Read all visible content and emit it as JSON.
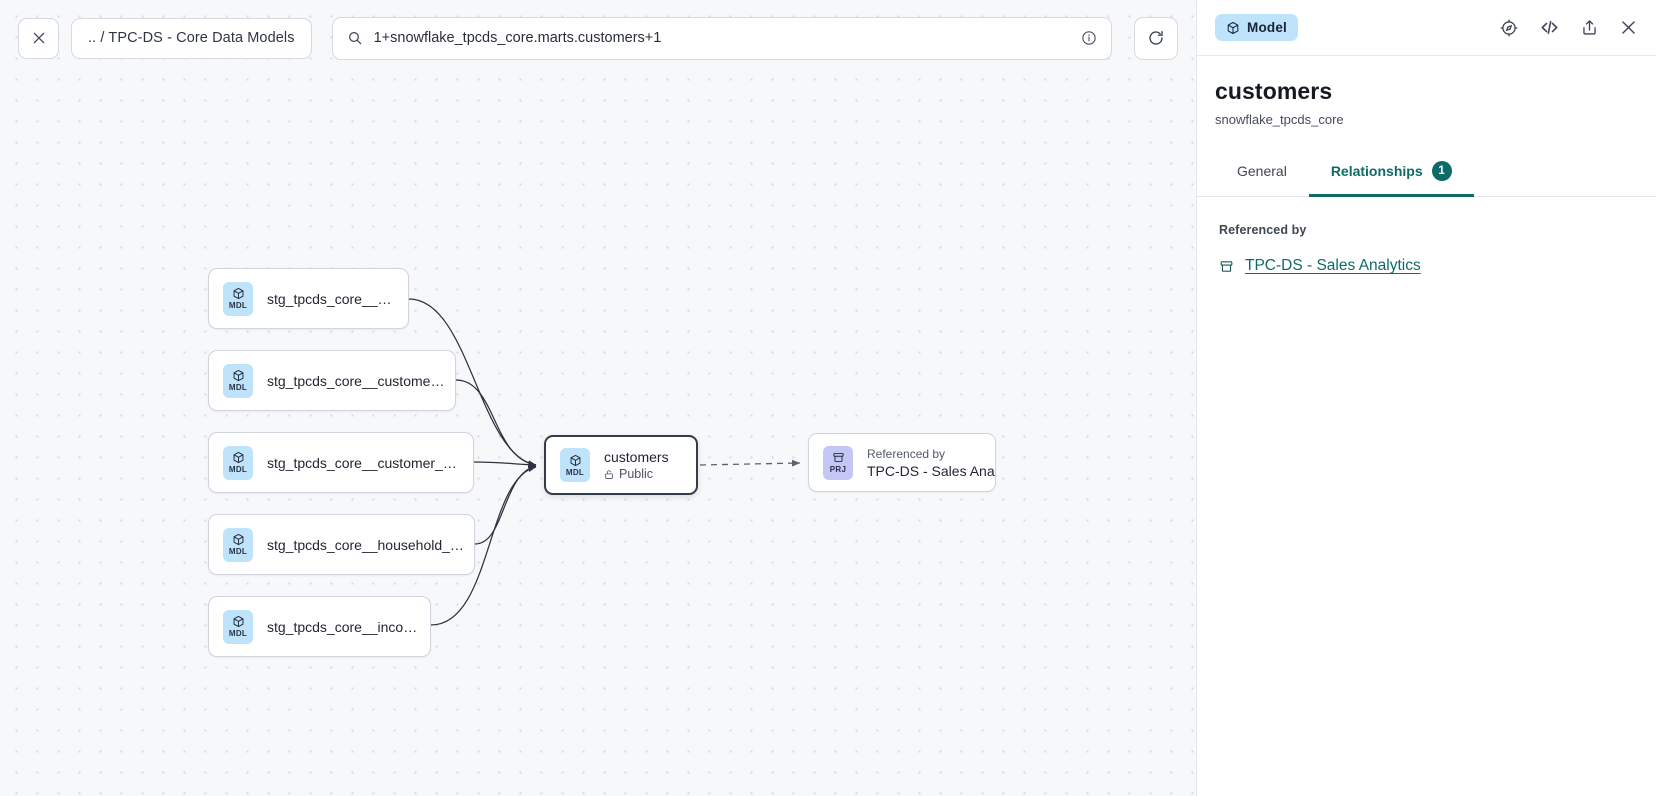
{
  "toolbar": {
    "close_label": "close-icon",
    "breadcrumb": ".. / TPC-DS - Core Data Models",
    "search_value": "1+snowflake_tpcds_core.marts.customers+1",
    "search_icon": "search-icon",
    "info_icon": "info-icon",
    "refresh_icon": "refresh-icon"
  },
  "graph": {
    "nodes": [
      {
        "id": "n1",
        "badge": "MDL",
        "label": "stg_tpcds_core__customer"
      },
      {
        "id": "n2",
        "badge": "MDL",
        "label": "stg_tpcds_core__customer_address"
      },
      {
        "id": "n3",
        "badge": "MDL",
        "label": "stg_tpcds_core__customer_demogra…"
      },
      {
        "id": "n4",
        "badge": "MDL",
        "label": "stg_tpcds_core__household_demogr…"
      },
      {
        "id": "n5",
        "badge": "MDL",
        "label": "stg_tpcds_core__income_band"
      }
    ],
    "center": {
      "badge": "MDL",
      "title": "customers",
      "visibility": "Public",
      "lock_icon": "lock-icon"
    },
    "downstream": {
      "badge": "PRJ",
      "caption": "Referenced by",
      "title": "TPC-DS - Sales Analytics"
    }
  },
  "panel": {
    "type_chip": "Model",
    "type_chip_icon": "cube-icon",
    "actions": [
      "compass-icon",
      "code-icon",
      "share-icon",
      "close-icon"
    ],
    "title": "customers",
    "subtitle": "snowflake_tpcds_core",
    "tabs": [
      {
        "label": "General",
        "active": false,
        "count": null
      },
      {
        "label": "Relationships",
        "active": true,
        "count": "1"
      }
    ],
    "section_label": "Referenced by",
    "referenced_by": [
      {
        "label": "TPC-DS - Sales Analytics",
        "icon": "project-icon"
      }
    ]
  },
  "colors": {
    "accent_teal": "#0f6b68",
    "badge_model": "#bfe3fb",
    "badge_project": "#c4c6f6",
    "canvas_bg": "#f7f8fa"
  }
}
